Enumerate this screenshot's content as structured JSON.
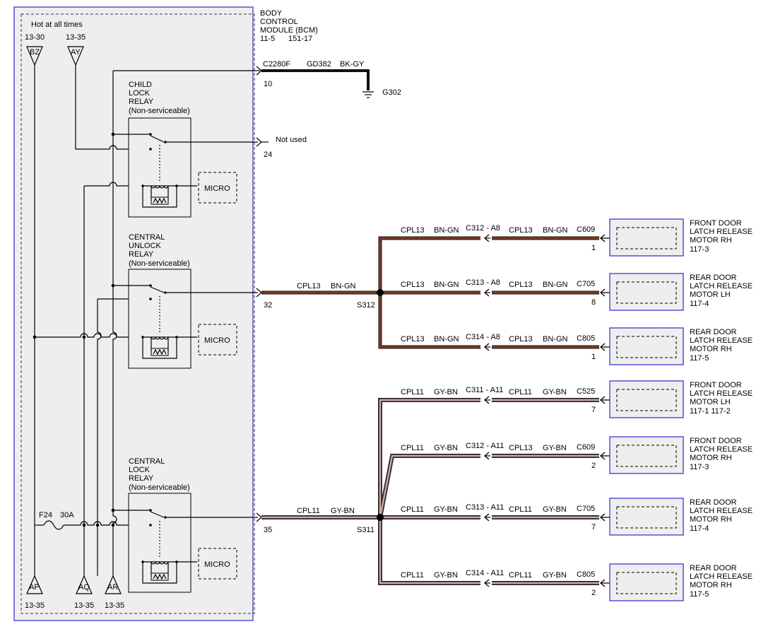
{
  "colors": {
    "module_border": "#2b2bd1",
    "module_fill": "#eeeeee",
    "component_fill": "#eeeeee",
    "wire_bn_gn": "#7a3a1f",
    "wire_gy_bn_outer": "#6a4848",
    "wire_gy_bn_inner": "#c8b0ae",
    "wire_bk_gy": "#111111"
  },
  "bcm": {
    "title_line1": "BODY",
    "title_line2": "CONTROL",
    "title_line3": "MODULE (BCM)",
    "ref_1": "11-5",
    "ref_2": "151-17",
    "hot_label": "Hot at all times",
    "top_tags": [
      {
        "letter": "BZ",
        "ref": "13-30"
      },
      {
        "letter": "AY",
        "ref": "13-35"
      }
    ],
    "bottom_tags": [
      {
        "letter": "AP",
        "ref": "13-35"
      },
      {
        "letter": "AQ",
        "ref": "13-35"
      },
      {
        "letter": "AR",
        "ref": "13-35"
      }
    ],
    "fuse_label": "F24",
    "fuse_rating": "30A",
    "relays": [
      {
        "line1": "CHILD",
        "line2": "LOCK",
        "line3": "RELAY",
        "line4": "(Non-serviceable)",
        "micro": "MICRO"
      },
      {
        "line1": "CENTRAL",
        "line2": "UNLOCK",
        "line3": "RELAY",
        "line4": "(Non-serviceable)",
        "micro": "MICRO"
      },
      {
        "line1": "CENTRAL",
        "line2": "LOCK",
        "line3": "RELAY",
        "line4": "(Non-serviceable)",
        "micro": "MICRO"
      }
    ]
  },
  "ground": {
    "connector": "C2280F",
    "circuit": "GD382",
    "color": "BK-GY",
    "pin": "10",
    "ground_id": "G302"
  },
  "not_used": {
    "label": "Not used",
    "pin": "24"
  },
  "pin32": {
    "pin": "32",
    "circuit": "CPL13",
    "color": "BN-GN",
    "splice": "S312"
  },
  "pin35": {
    "pin": "35",
    "circuit": "CPL11",
    "color": "GY-BN",
    "splice": "S311"
  },
  "branches": [
    {
      "circuit_a": "CPL13",
      "color_a": "BN-GN",
      "inline": "C312",
      "inline_pin": "A8",
      "circuit_b": "CPL13",
      "color_b": "BN-GN",
      "connector": "C609",
      "pin": "1",
      "device_line1": "FRONT DOOR",
      "device_line2": "LATCH RELEASE",
      "device_line3": "MOTOR RH",
      "device_ref": "117-3"
    },
    {
      "circuit_a": "CPL13",
      "color_a": "BN-GN",
      "inline": "C313",
      "inline_pin": "A8",
      "circuit_b": "CPL13",
      "color_b": "BN-GN",
      "connector": "C705",
      "pin": "8",
      "device_line1": "REAR DOOR",
      "device_line2": "LATCH RELEASE",
      "device_line3": "MOTOR LH",
      "device_ref": "117-4"
    },
    {
      "circuit_a": "CPL13",
      "color_a": "BN-GN",
      "inline": "C314",
      "inline_pin": "A8",
      "circuit_b": "CPL13",
      "color_b": "BN-GN",
      "connector": "C805",
      "pin": "1",
      "device_line1": "REAR DOOR",
      "device_line2": "LATCH RELEASE",
      "device_line3": "MOTOR RH",
      "device_ref": "117-5"
    },
    {
      "circuit_a": "CPL11",
      "color_a": "GY-BN",
      "inline": "C311",
      "inline_pin": "A11",
      "circuit_b": "CPL11",
      "color_b": "GY-BN",
      "connector": "C525",
      "pin": "7",
      "device_line1": "FRONT DOOR",
      "device_line2": "LATCH RELEASE",
      "device_line3": "MOTOR LH",
      "device_ref": "117-1  117-2"
    },
    {
      "circuit_a": "CPL11",
      "color_a": "GY-BN",
      "inline": "C312",
      "inline_pin": "A11",
      "circuit_b": "CPL13",
      "color_b": "GY-BN",
      "connector": "C609",
      "pin": "2",
      "device_line1": "FRONT DOOR",
      "device_line2": "LATCH RELEASE",
      "device_line3": "MOTOR RH",
      "device_ref": "117-3"
    },
    {
      "circuit_a": "CPL11",
      "color_a": "GY-BN",
      "inline": "C313",
      "inline_pin": "A11",
      "circuit_b": "CPL11",
      "color_b": "GY-BN",
      "connector": "C705",
      "pin": "7",
      "device_line1": "REAR DOOR",
      "device_line2": "LATCH RELEASE",
      "device_line3": "MOTOR RH",
      "device_ref": "117-4"
    },
    {
      "circuit_a": "CPL11",
      "color_a": "GY-BN",
      "inline": "C314",
      "inline_pin": "A11",
      "circuit_b": "CPL11",
      "color_b": "GY-BN",
      "connector": "C805",
      "pin": "2",
      "device_line1": "REAR DOOR",
      "device_line2": "LATCH RELEASE",
      "device_line3": "MOTOR RH",
      "device_ref": "117-5"
    }
  ]
}
